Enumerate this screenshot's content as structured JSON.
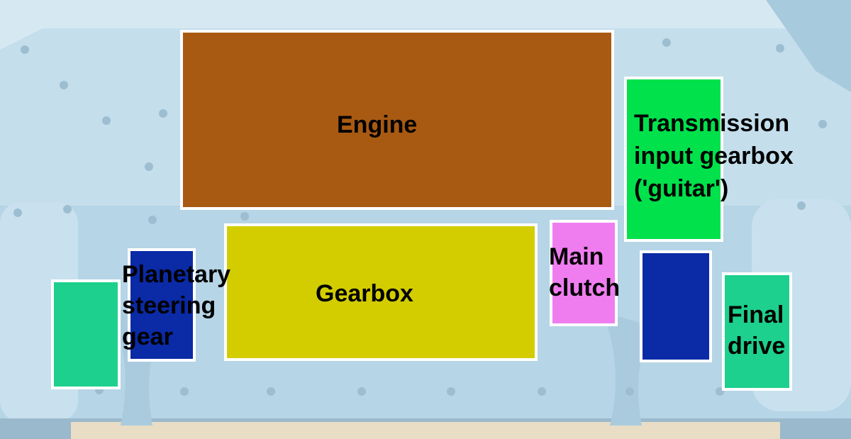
{
  "diagram": {
    "background_scheme": "light-blue tinted photo of tank hull",
    "components": [
      {
        "id": "engine",
        "label": "Engine",
        "color": "#a85a12"
      },
      {
        "id": "gearbox",
        "label": "Gearbox",
        "color": "#d3cd00"
      },
      {
        "id": "main-clutch",
        "label": "Main\nclutch",
        "color": "#f07df0"
      },
      {
        "id": "transmission-input-gearbox",
        "label": "Transmission\ninput gearbox\n('guitar')",
        "color": "#00e14b"
      },
      {
        "id": "planetary-steering-gear",
        "label": "Planetary\nsteering\ngear",
        "color": "#0a2aa6"
      },
      {
        "id": "final-drive",
        "label": "Final\ndrive",
        "color": "#1dd08d"
      },
      {
        "id": "left-final-drive",
        "label": "",
        "color": "#1dd08d"
      },
      {
        "id": "right-planetary-steering-gear",
        "label": "",
        "color": "#0a2aa6"
      }
    ]
  }
}
